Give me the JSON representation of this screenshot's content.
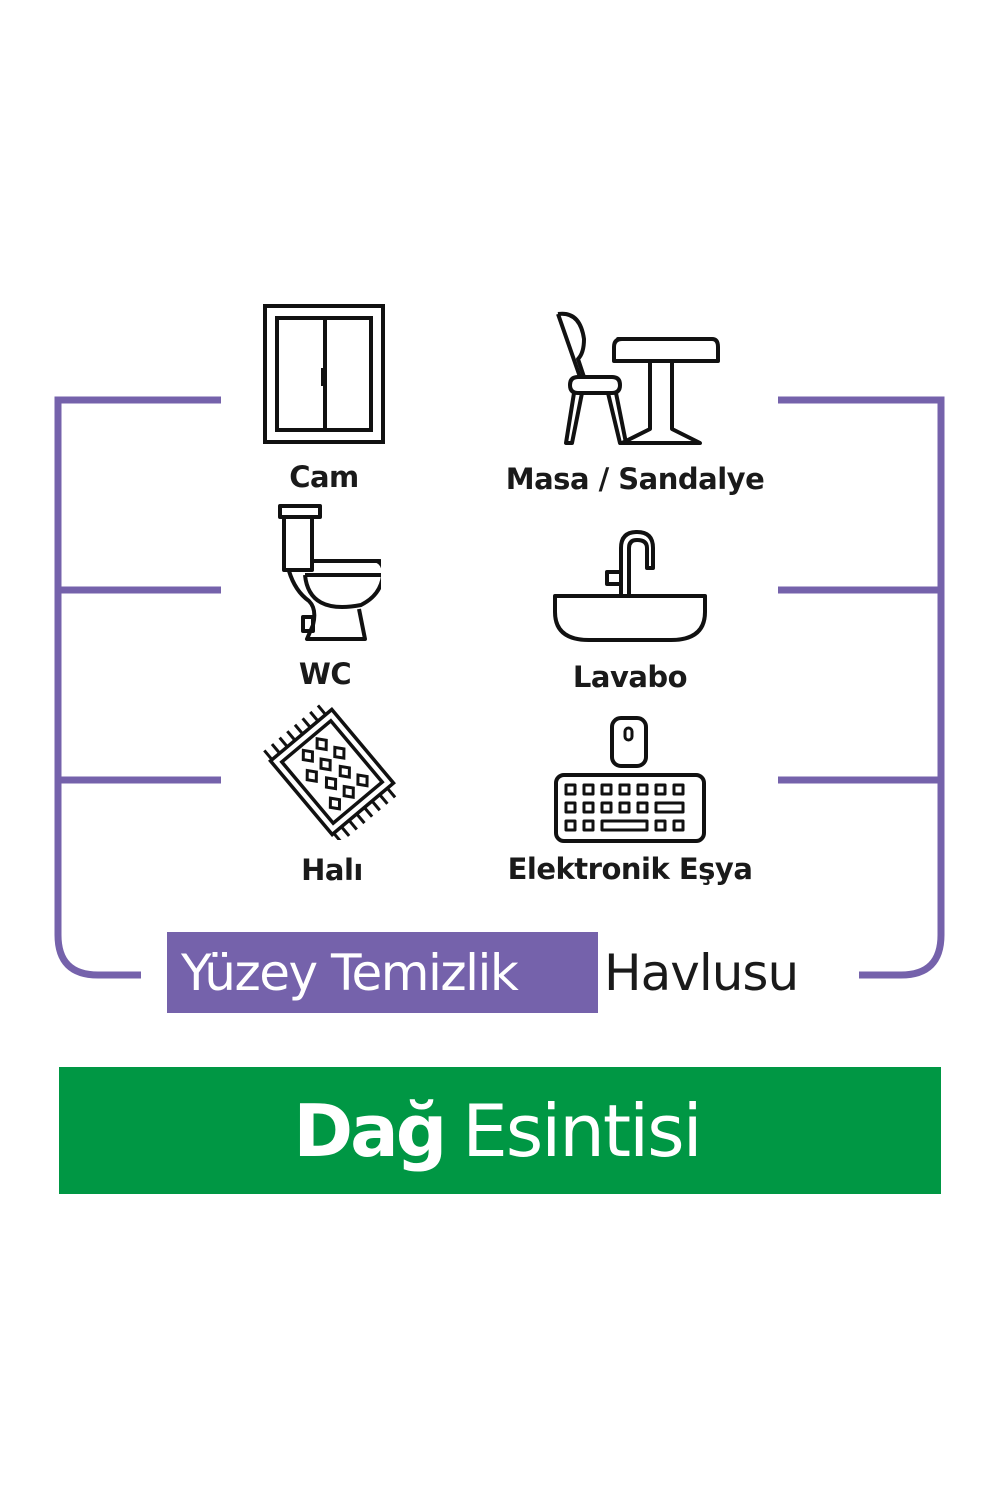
{
  "colors": {
    "purple": "#7562ab",
    "green": "#009744",
    "icon_stroke": "#111111",
    "text": "#1a1a1a",
    "background": "#ffffff"
  },
  "surfaces": [
    {
      "label": "Cam",
      "icon": "window-icon"
    },
    {
      "label": "Masa / Sandalye",
      "icon": "chair-table-icon"
    },
    {
      "label": "WC",
      "icon": "toilet-icon"
    },
    {
      "label": "Lavabo",
      "icon": "sink-icon"
    },
    {
      "label": "Halı",
      "icon": "rug-icon"
    },
    {
      "label": "Elektronik Eşya",
      "icon": "keyboard-mouse-icon"
    }
  ],
  "product": {
    "title_highlight": "Yüzey Temizlik",
    "title_rest": "Havlusu"
  },
  "variant": {
    "name_bold": "Dağ",
    "name_light": "Esintisi"
  }
}
